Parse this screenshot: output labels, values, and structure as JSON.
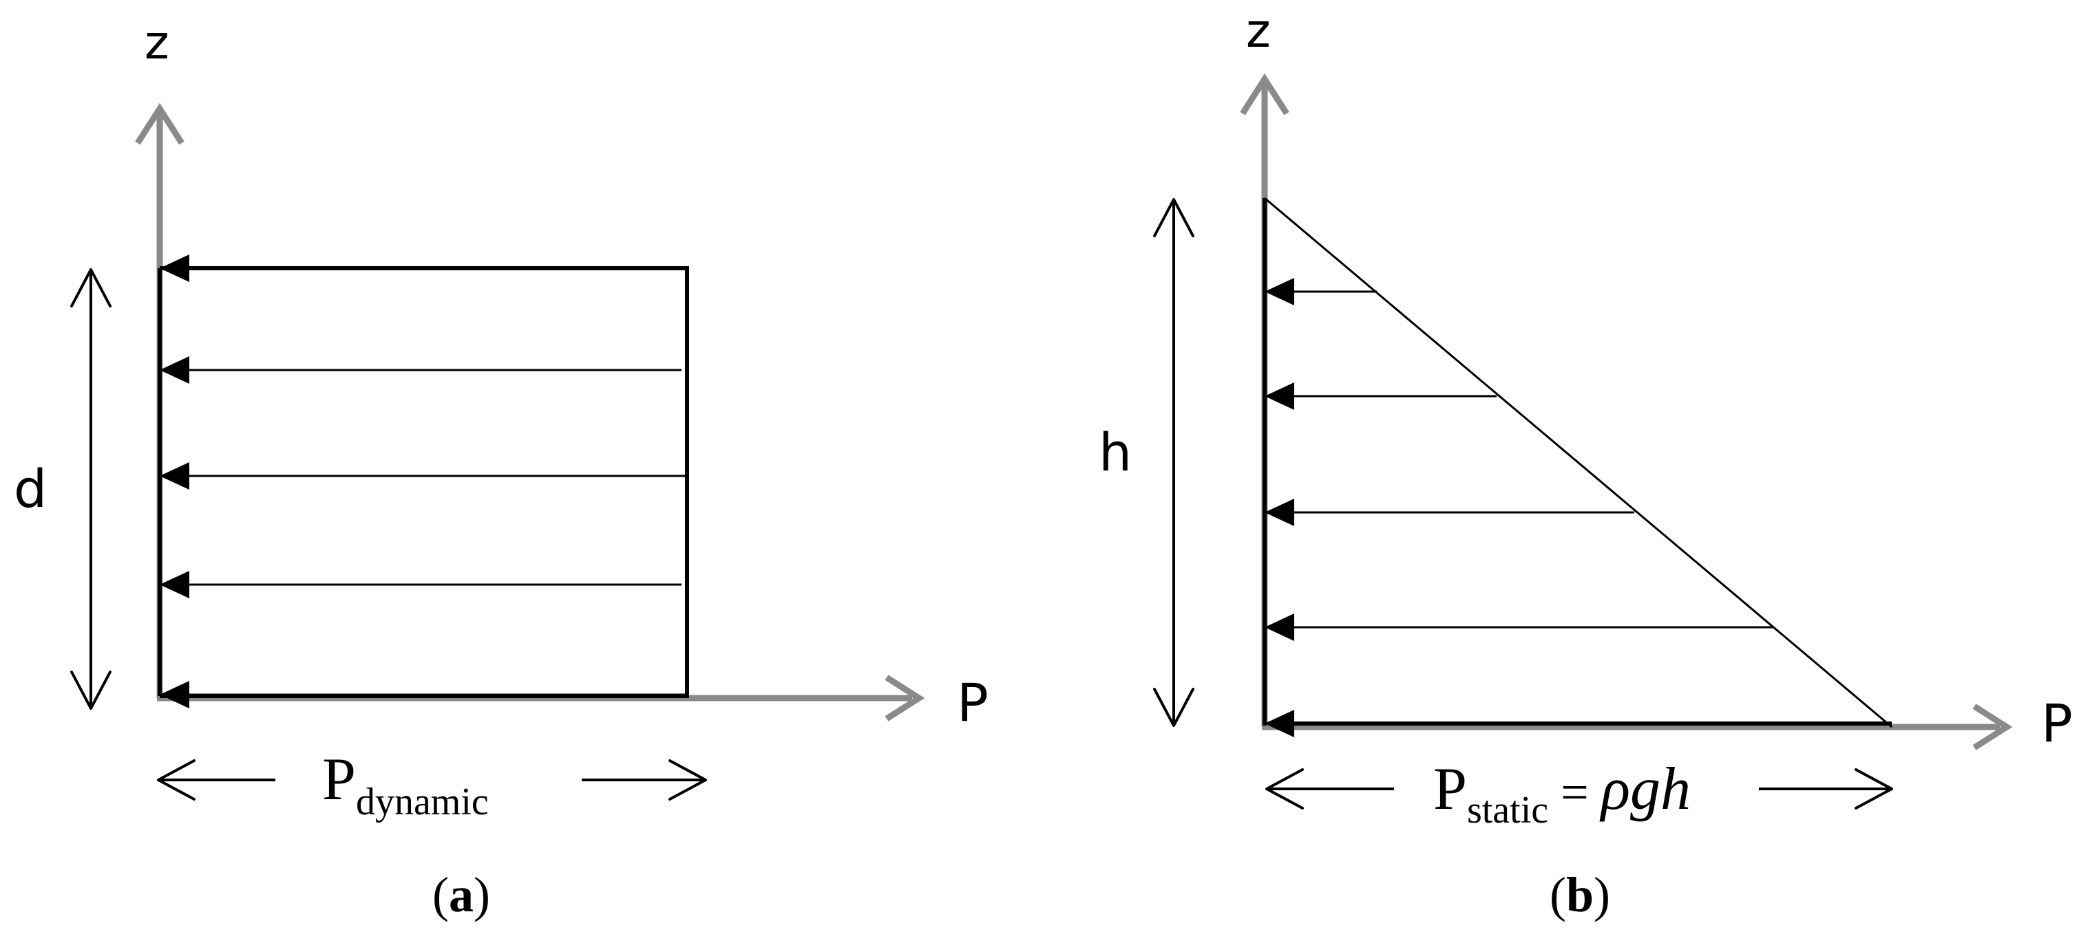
{
  "panel_a": {
    "axis_vertical_label": "z",
    "axis_horizontal_label": "P",
    "dimension_label": "d",
    "pressure_label_main": "P",
    "pressure_label_sub": "dynamic",
    "panel_label_open": "(",
    "panel_label_letter": "a",
    "panel_label_close": ")",
    "arrow_count": 5
  },
  "panel_b": {
    "axis_vertical_label": "z",
    "axis_horizontal_label": "P",
    "dimension_label": "h",
    "pressure_label_main": "P",
    "pressure_label_sub": "static",
    "pressure_label_equals": " = ",
    "pressure_label_formula": "ρgh",
    "panel_label_open": "(",
    "panel_label_letter": "b",
    "panel_label_close": ")",
    "arrow_count": 5
  },
  "colors": {
    "axis": "#8a8a8a",
    "lines": "#000000",
    "background": "#ffffff"
  }
}
